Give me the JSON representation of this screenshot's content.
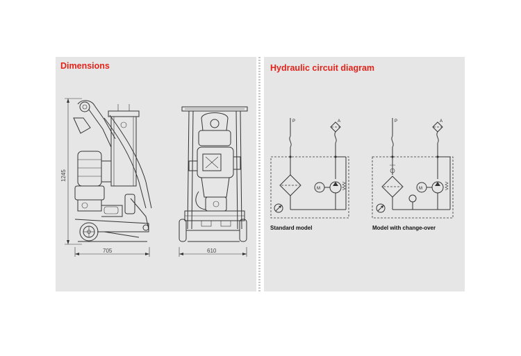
{
  "dimensions": {
    "title": "Dimensions",
    "height_label": "1245",
    "side_width_label": "705",
    "front_width_label": "610"
  },
  "hydraulic": {
    "title": "Hydraulic circuit diagram",
    "port_p": "P",
    "port_a": "A",
    "motor_symbol": "M",
    "standard_caption": "Standard model",
    "changeover_caption": "Model with change-over"
  },
  "colors": {
    "heading": "#e2231a",
    "panel": "#e6e6e6",
    "line": "#333333"
  }
}
